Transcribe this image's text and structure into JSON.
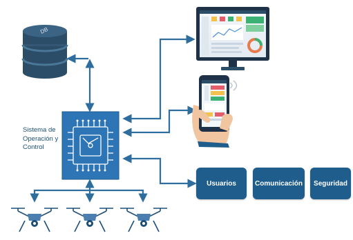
{
  "system": {
    "label": "Sistema de Operación y Control"
  },
  "database": {
    "label": "DB"
  },
  "modules": {
    "users": "Usuarios",
    "communication": "Comunicación",
    "security": "Seguridad"
  },
  "colors": {
    "arrow": "#2e6e9e",
    "module_box": "#1f5d8d",
    "db_body": "#2c4d68",
    "chip_bg": "#2e75b6"
  },
  "icons": {
    "database": "database-icon",
    "chip": "microchip-icon",
    "monitor": "monitor-dashboard-icon",
    "phone": "smartphone-in-hand-icon",
    "drone": "quadcopter-drone-icon"
  }
}
